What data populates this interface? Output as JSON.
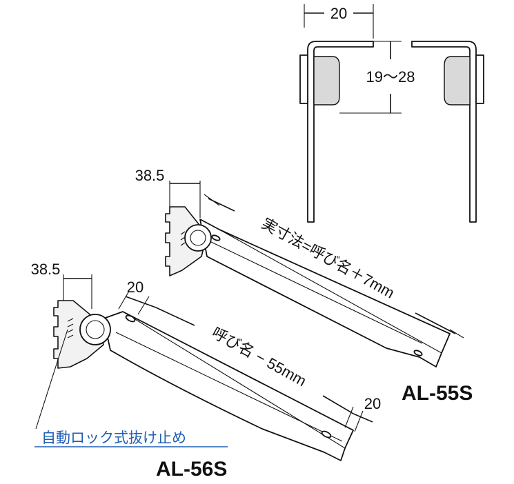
{
  "section_view": {
    "width_label": "20",
    "gap_label": "19〜28"
  },
  "bracket_upper": {
    "offset_label": "38.5",
    "length_label": "実寸法=呼び名＋7mm",
    "model_label": "AL-55S"
  },
  "bracket_lower": {
    "offset_label": "38.5",
    "start_label": "20",
    "length_label": "呼び名 − 55mm",
    "end_label": "20",
    "feature_label": "自動ロック式抜け止め",
    "model_label": "AL-56S"
  },
  "colors": {
    "line": "#111111",
    "note": "#1f5fb4"
  }
}
